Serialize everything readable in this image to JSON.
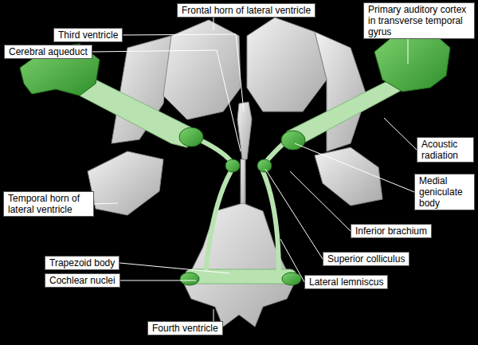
{
  "diagram": {
    "labels": [
      "Frontal horn of lateral ventricle",
      "Primary auditory cortex in transverse temporal gyrus",
      "Third ventricle",
      "Cerebral aqueduct",
      "Acoustic radiation",
      "Medial geniculate body",
      "Temporal horn of lateral ventricle",
      "Inferior brachium",
      "Superior colliculus",
      "Trapezoid body",
      "Cochlear nuclei",
      "Lateral lemniscus",
      "Fourth ventricle"
    ]
  }
}
